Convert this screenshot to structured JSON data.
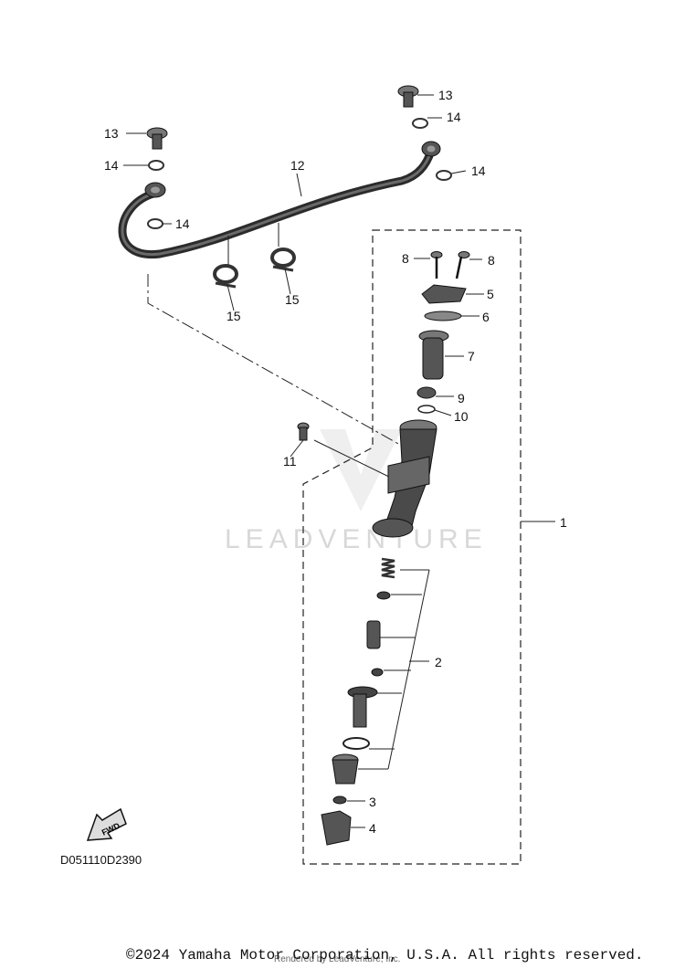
{
  "diagram": {
    "callouts": {
      "c1": "1",
      "c2": "2",
      "c3": "3",
      "c4": "4",
      "c5": "5",
      "c6": "6",
      "c7": "7",
      "c8a": "8",
      "c8b": "8",
      "c9": "9",
      "c10": "10",
      "c11": "11",
      "c12": "12",
      "c13a": "13",
      "c13b": "13",
      "c14a": "14",
      "c14b": "14",
      "c14c": "14",
      "c14d": "14",
      "c15a": "15",
      "c15b": "15"
    },
    "fwd_label": "FWD",
    "drawing_code": "D051110D2390",
    "watermark": "LEADVENTURE"
  },
  "footer": {
    "copyright": "©2024 Yamaha Motor Corporation, U.S.A. All rights reserved.",
    "rendered_by": "Rendered by LeadVenture, Inc."
  },
  "colors": {
    "line": "#1a1a1a",
    "part_dark": "#3a3a3a",
    "part_mid": "#6d6d6d",
    "part_light": "#bdbdbd"
  }
}
